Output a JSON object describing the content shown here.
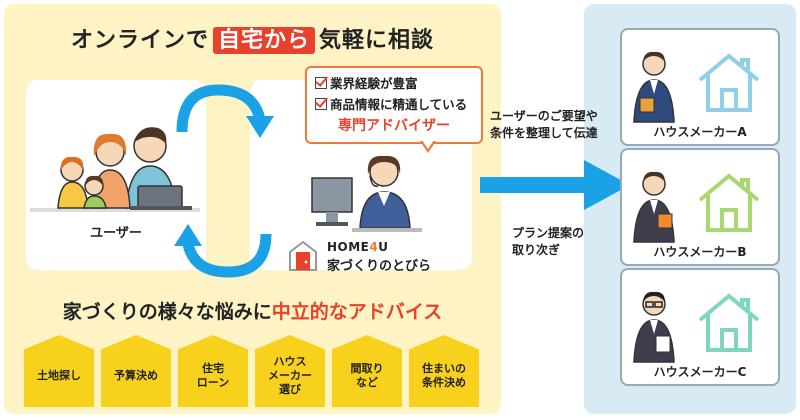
{
  "headline": {
    "pre": "オンラインで",
    "highlight": "自宅から",
    "post": "気軽に相談"
  },
  "callout": {
    "items": [
      "業界経験が豊富",
      "商品情報に精通している"
    ],
    "title": "専門アドバイザー"
  },
  "user_label": "ユーザー",
  "brand": {
    "en_pre": "HOME",
    "en_four": "4",
    "en_post": "U",
    "ja": "家づくりのとびら"
  },
  "subhead": {
    "pre": "家づくりの様々な悩みに",
    "highlight": "中立的なアドバイス"
  },
  "topics": [
    "土地探し",
    "予算決め",
    "住宅\nローン",
    "ハウス\nメーカー\n選び",
    "間取り\nなど",
    "住まいの\n条件決め"
  ],
  "flow": {
    "top": "ユーザーのご要望や\n条件を整理して伝達",
    "bottom": "プラン提案の\n取り次ぎ"
  },
  "house_makers": [
    "ハウスメーカーA",
    "ハウスメーカーB",
    "ハウスメーカーC"
  ],
  "colors": {
    "accent_red": "#e8412c",
    "arrow_blue": "#1aa1e6",
    "yellow_bg": "#fdf3c4",
    "blue_bg": "#d8ebf5",
    "pentagon": "#f8d11c"
  }
}
